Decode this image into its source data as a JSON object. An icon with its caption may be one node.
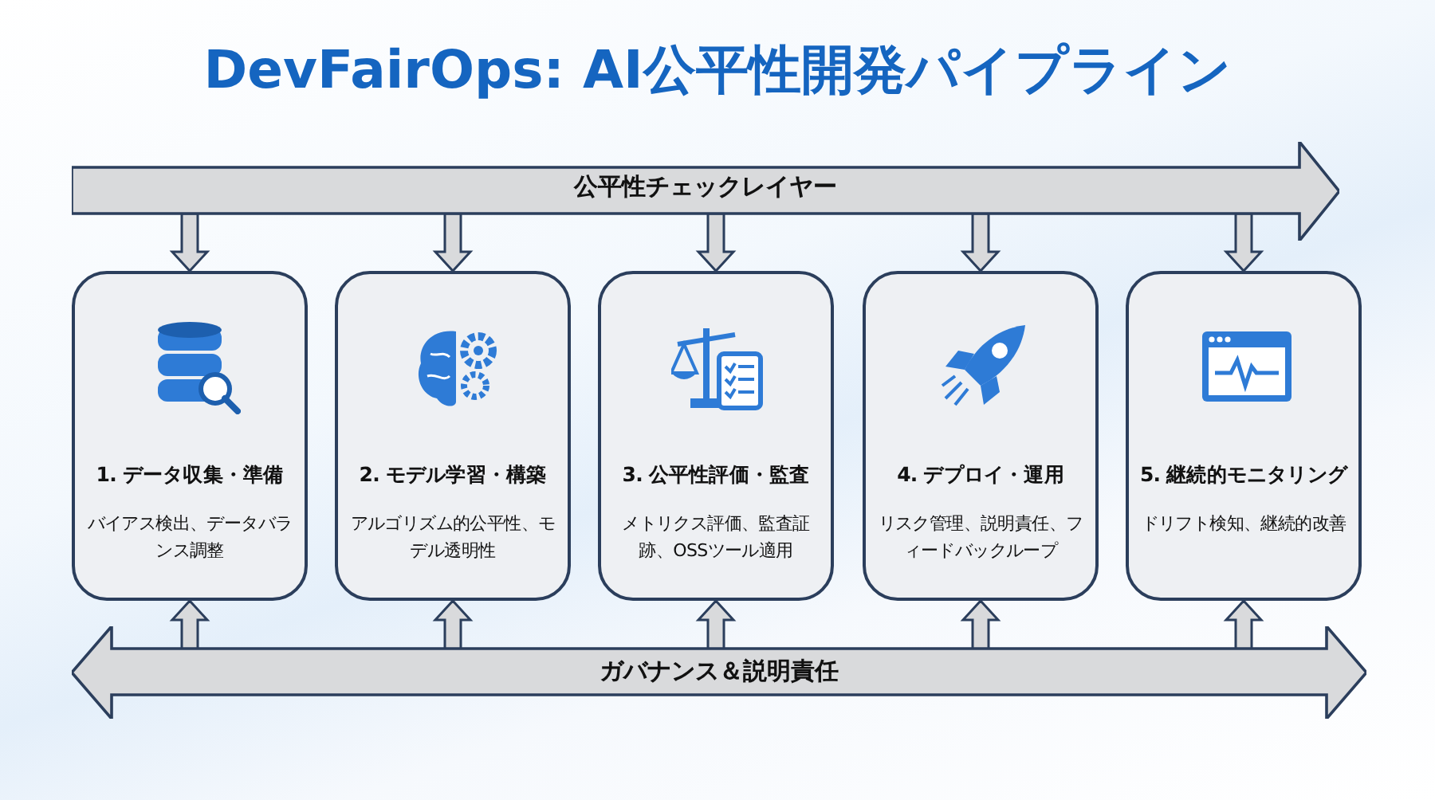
{
  "diagram": {
    "title": "DevFairOps: AI公平性開発パイプライン",
    "nodes": [
      {
        "text": [
          "公平性チェックレイヤー"
        ]
      },
      {
        "text": [
          "1. データ収集・準備",
          "バイアス検出、データバランス調整"
        ]
      },
      {
        "text": [
          "2. モデル学習・構築",
          "アルゴリズム的公平性、モデル透明性"
        ]
      },
      {
        "text": [
          "3. 公平性評価・監査",
          "メトリクス評価、監査証跡、OSSツール適用"
        ]
      },
      {
        "text": [
          "4. デプロイ・運用",
          "リスク管理、説明責任、フィードバックループ"
        ]
      },
      {
        "text": [
          "5. 継続的モニタリング",
          "ドリフト検知、継続的改善"
        ]
      },
      {
        "text": [
          "ガバナンス＆説明責任"
        ]
      }
    ],
    "edges": [
      {
        "from": 0,
        "to": 1,
        "arrow": "to"
      },
      {
        "from": 0,
        "to": 2,
        "arrow": "to"
      },
      {
        "from": 0,
        "to": 3,
        "arrow": "to"
      },
      {
        "from": 0,
        "to": 4,
        "arrow": "to"
      },
      {
        "from": 0,
        "to": 5,
        "arrow": "to"
      },
      {
        "from": 6,
        "to": 1,
        "arrow": "to"
      },
      {
        "from": 6,
        "to": 2,
        "arrow": "to"
      },
      {
        "from": 6,
        "to": 3,
        "arrow": "to"
      },
      {
        "from": 6,
        "to": 4,
        "arrow": "to"
      },
      {
        "from": 6,
        "to": 5,
        "arrow": "to"
      }
    ]
  }
}
